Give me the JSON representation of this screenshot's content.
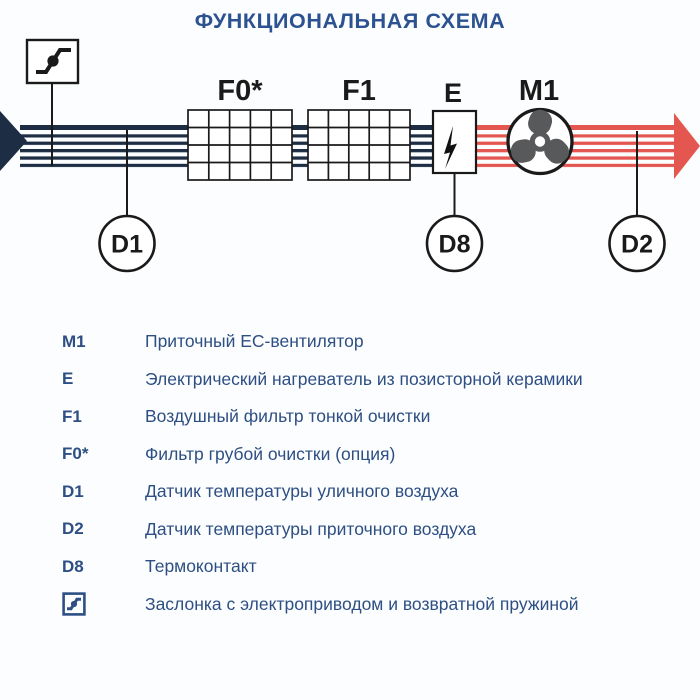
{
  "title": "ФУНКЦИОНАЛЬНАЯ СХЕМА",
  "colors": {
    "background": "#fcfdfe",
    "title_blue": "#2c5291",
    "legend_blue": "#2d4f83",
    "navy": "#1d2d43",
    "red": "#e45750",
    "fan_gray": "#58595b",
    "line_black": "#1a1a1a",
    "white": "#ffffff"
  },
  "diagram": {
    "labels": {
      "f0": "F0*",
      "f1": "F1",
      "e": "E",
      "m1": "M1",
      "d1": "D1",
      "d2": "D2",
      "d8": "D8"
    },
    "icons": [
      "damper-icon",
      "lightning-icon",
      "fan-icon",
      "intake-arrow-icon",
      "supply-arrow-icon"
    ]
  },
  "legend": {
    "rows": [
      {
        "key": "M1",
        "text": "Приточный EC-вентилятор"
      },
      {
        "key": "E",
        "text": "Электрический нагреватель из позисторной керамики"
      },
      {
        "key": "F1",
        "text": "Воздушный фильтр тонкой очистки"
      },
      {
        "key": "F0*",
        "text": "Фильтр грубой очистки (опция)"
      },
      {
        "key": "D1",
        "text": "Датчик температуры уличного воздуха"
      },
      {
        "key": "D2",
        "text": "Датчик температуры приточного воздуха"
      },
      {
        "key": "D8",
        "text": "Термоконтакт"
      },
      {
        "key": "",
        "icon": "damper-icon",
        "text": "Заслонка с электроприводом и возвратной пружиной"
      }
    ]
  }
}
